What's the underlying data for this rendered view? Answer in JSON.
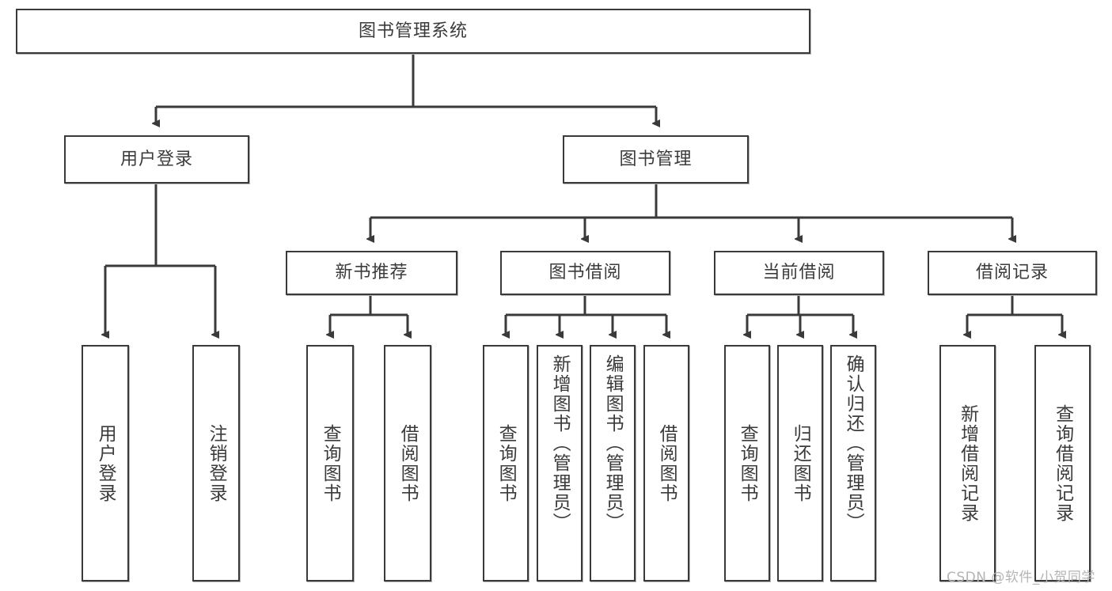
{
  "diagram": {
    "title": "图书管理系统",
    "type": "tree-hierarchy-chart",
    "root": {
      "label": "图书管理系统"
    },
    "level2": [
      {
        "label": "用户登录"
      },
      {
        "label": "图书管理"
      }
    ],
    "level3": [
      {
        "label": "新书推荐"
      },
      {
        "label": "图书借阅"
      },
      {
        "label": "当前借阅"
      },
      {
        "label": "借阅记录"
      }
    ],
    "leaves": {
      "user_login": [
        {
          "label": "用户登录"
        },
        {
          "label": "注销登录"
        }
      ],
      "new_book_recommend": [
        {
          "label": "查询图书"
        },
        {
          "label": "借阅图书"
        }
      ],
      "book_borrow": [
        {
          "label": "查询图书"
        },
        {
          "label": "新增图书（管理员）"
        },
        {
          "label": "编辑图书（管理员）"
        },
        {
          "label": "借阅图书"
        }
      ],
      "current_borrow": [
        {
          "label": "查询图书"
        },
        {
          "label": "归还图书"
        },
        {
          "label": "确认归还（管理员）"
        }
      ],
      "borrow_record": [
        {
          "label": "新增借阅记录"
        },
        {
          "label": "查询借阅记录"
        }
      ]
    }
  },
  "watermark": {
    "text": "CSDN @软件_小贺同学"
  },
  "colors": {
    "box_border": "#3a3a3a",
    "box_fill": "#ffffff",
    "text": "#3b3b3b",
    "connector": "#3a3a3a",
    "watermark": "#b4b4b4"
  }
}
